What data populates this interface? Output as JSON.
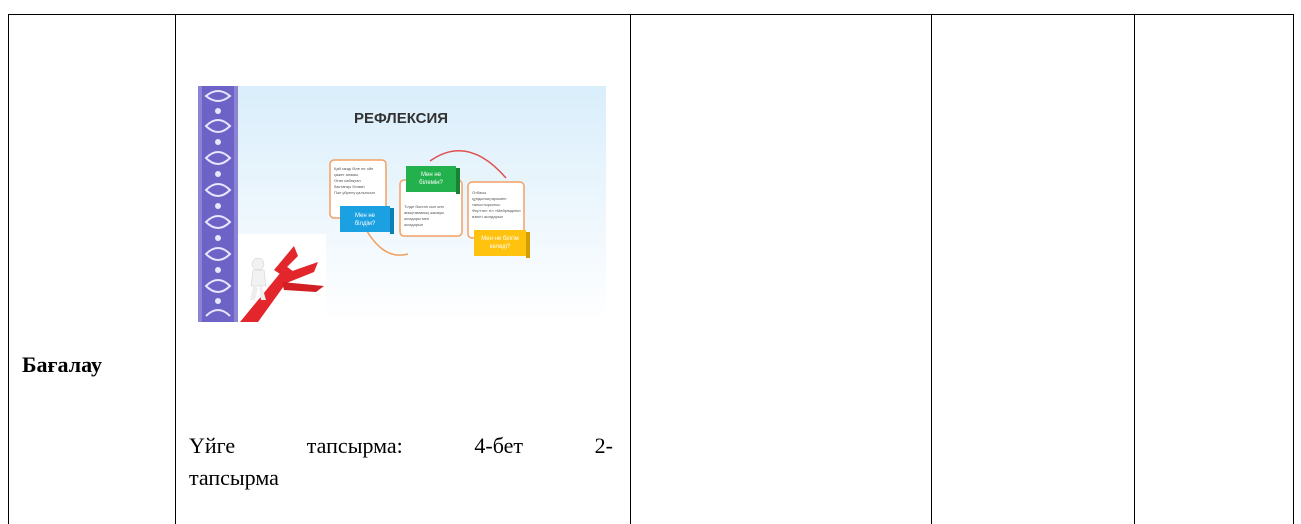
{
  "table": {
    "row_label": "Бағалау",
    "homework": {
      "line1_words": [
        "Үйге",
        "тапсырма:",
        "4-бет",
        "2-"
      ],
      "line2": "тапсырма"
    }
  },
  "slide": {
    "title": "РЕФЛЕКСИЯ",
    "box_blue": [
      "Мен не",
      "білдім?"
    ],
    "box_green": [
      "Мен не",
      "білемін?"
    ],
    "box_yellow": [
      "Мен не білгім",
      "келеді?"
    ],
    "card_left_bullets": [
      "Қай сөзді біле не ойн",
      "қажет анамы.",
      "Оған сабақтан",
      "бастапқы білімін",
      "Пән уйрену қалыпсын"
    ],
    "card_mid_bullets": [
      "Тілде бастап сын анн",
      "анықтамалық жасауы",
      "жолдары мен",
      "жолдарын"
    ],
    "card_right_bullets": [
      "Отбасы",
      "құндылықтарымен",
      "таныстырылыс.",
      "Ферттеп тіл «Мейрімділік»",
      "өзекті жолдарын"
    ],
    "colors": {
      "blue": "#1ba1e2",
      "green": "#22b14c",
      "yellow": "#ffc20e",
      "orange_border": "#f4a064",
      "pattern": "#6d63c6",
      "arrow_red": "#e3262b"
    }
  }
}
